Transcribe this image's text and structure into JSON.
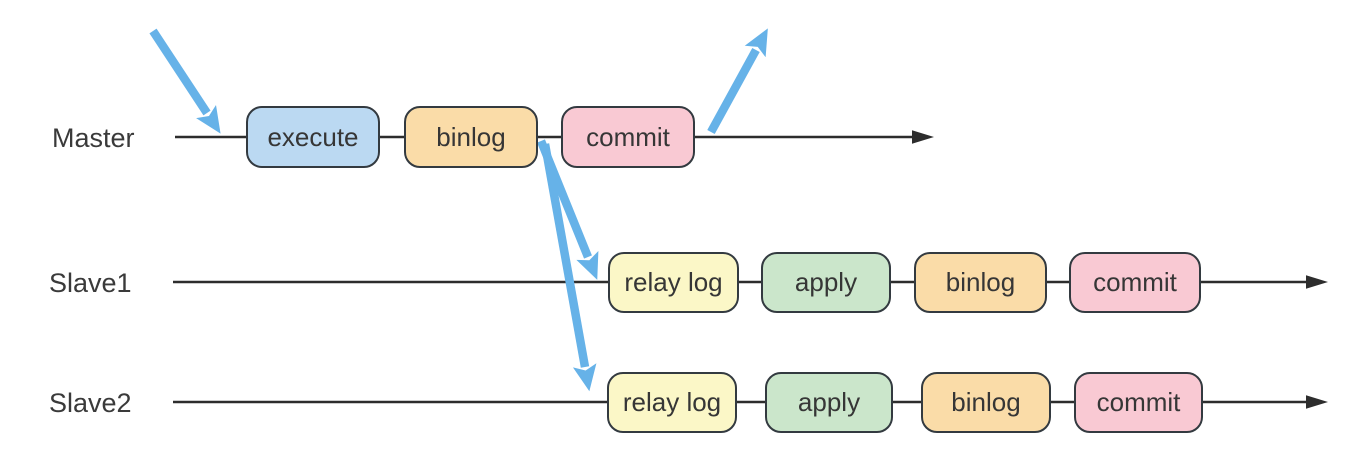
{
  "rows": [
    {
      "label": "Master",
      "nodes": [
        {
          "label": "execute"
        },
        {
          "label": "binlog"
        },
        {
          "label": "commit"
        }
      ]
    },
    {
      "label": "Slave1",
      "nodes": [
        {
          "label": "relay log"
        },
        {
          "label": "apply"
        },
        {
          "label": "binlog"
        },
        {
          "label": "commit"
        }
      ]
    },
    {
      "label": "Slave2",
      "nodes": [
        {
          "label": "relay log"
        },
        {
          "label": "apply"
        },
        {
          "label": "binlog"
        },
        {
          "label": "commit"
        }
      ]
    }
  ],
  "colors": {
    "execute_fill": "#BBD9F2",
    "binlog_fill": "#FADCA8",
    "commit_fill": "#F9C9D3",
    "relay_log_fill": "#FBF7C7",
    "apply_fill": "#CBE6CB",
    "node_border": "#333A40",
    "timeline": "#2D2D2D",
    "replication_arrow": "#66B2E8",
    "label_text": "#3A3A3A"
  }
}
